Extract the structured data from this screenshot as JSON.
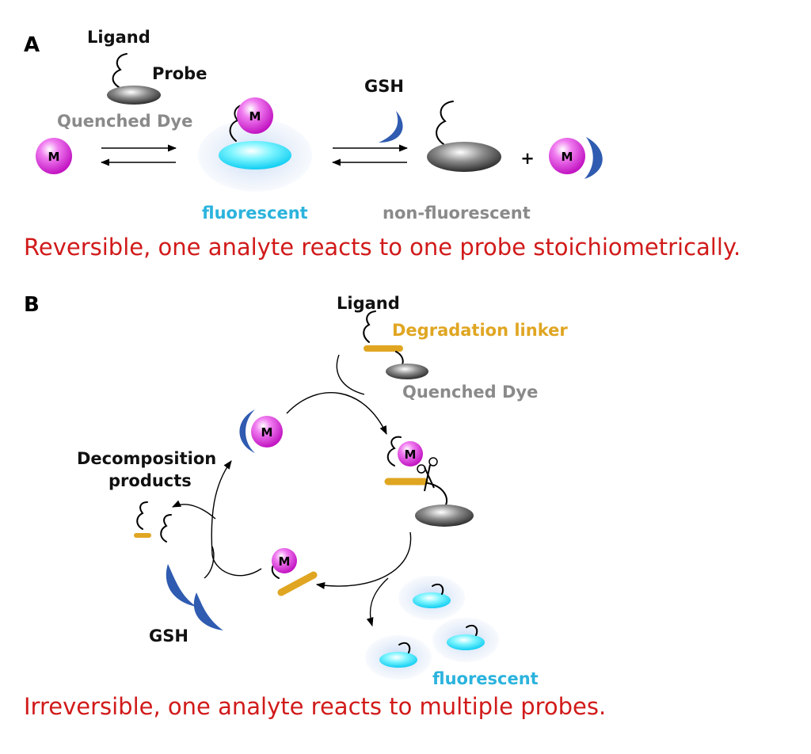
{
  "panel_a": {
    "label": "A",
    "ligand": "Ligand",
    "probe": "Probe",
    "quenched_dye": "Quenched Dye",
    "gsh": "GSH",
    "plus": "+",
    "fluorescent": "fluorescent",
    "non_fluorescent": "non-fluorescent",
    "caption": "Reversible, one analyte reacts to one probe stoichiometrically."
  },
  "panel_b": {
    "label": "B",
    "ligand": "Ligand",
    "degradation_linker": "Degradation linker",
    "quenched_dye": "Quenched Dye",
    "decomposition_line1": "Decomposition",
    "decomposition_line2": "products",
    "gsh": "GSH",
    "fluorescent": "fluorescent",
    "caption": "Irreversible, one analyte reacts to multiple probes."
  },
  "metal_symbol": "M",
  "colors": {
    "caption_red": "#d11a1a",
    "fluorescent_cyan": "#2bb3dd",
    "linker_gold": "#e0a622",
    "quenched_grey": "#8a8a8a",
    "gsh_blue": "#2f5bb0",
    "metal_magenta": "#e838e8"
  }
}
